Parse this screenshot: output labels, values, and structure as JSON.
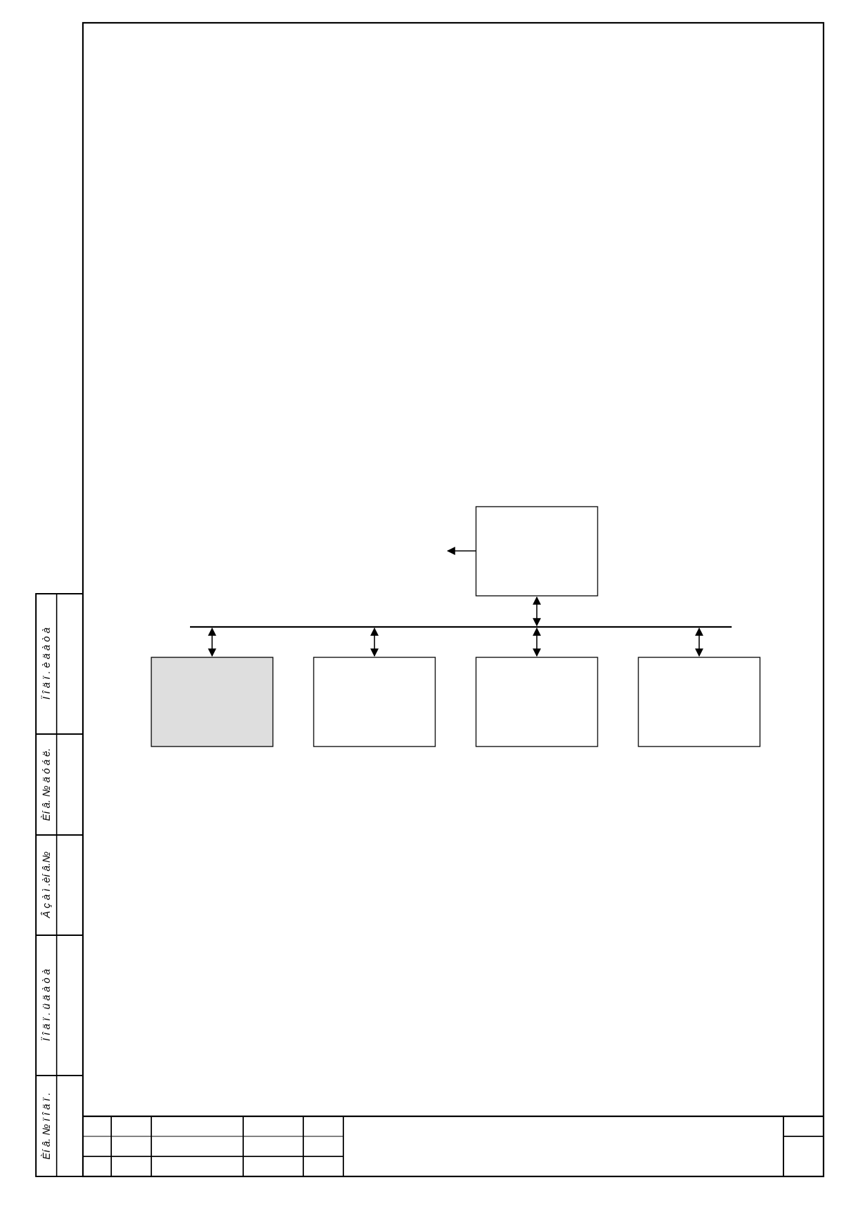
{
  "colors": {
    "line": "#000000",
    "page": "#ffffff",
    "highlighted_block_fill": "#dedede",
    "block_fill": "#ffffff"
  },
  "side_stamp": {
    "labels": [
      "Ï î ä ï . è ä à ò à",
      "Èí â. № ä ó á ë.",
      "Â ç à ì .èí â.№",
      "Ï î ä ï . ü ä à ò à",
      "Èí â. № ï î ä ï ."
    ]
  },
  "diagram": {
    "bus": "horizontal bus",
    "blocks": [
      {
        "role": "top",
        "connection": "bidirectional",
        "output_arrow": "left"
      },
      {
        "role": "bottom-1",
        "highlighted": true,
        "connection": "bidirectional"
      },
      {
        "role": "bottom-2",
        "highlighted": false,
        "connection": "bidirectional"
      },
      {
        "role": "bottom-3",
        "highlighted": false,
        "connection": "bidirectional"
      },
      {
        "role": "bottom-4",
        "highlighted": false,
        "connection": "bidirectional"
      }
    ]
  },
  "title_block": {
    "cells": "empty"
  }
}
